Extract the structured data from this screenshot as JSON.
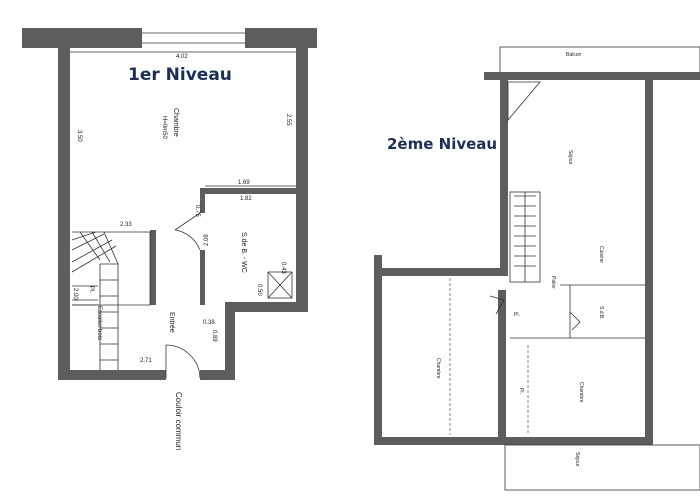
{
  "level1": {
    "title": "1er Niveau",
    "labels": {
      "chambre": "Chambre",
      "hauteur": "H=0m50",
      "entree": "Entrée",
      "sdb": "S.de B. - WC",
      "corridor": "Couloir commun",
      "escalier": "Escalier bois",
      "placard": "Pl."
    },
    "dims": {
      "top_width": "4.02",
      "left": "3.50",
      "right": "2.55",
      "d169": "1.69",
      "d182": "1.82",
      "d075": "0.75",
      "d233": "2.33",
      "d208": "2.08",
      "d043": "0.43",
      "d050": "0.50",
      "d038": "0.38",
      "d271": "2.71",
      "d089": "0.89",
      "d200": "2.00"
    }
  },
  "level2": {
    "title": "2ème Niveau",
    "labels": {
      "sejour_top": "Séjour",
      "sejour_bottom": "Séjour",
      "cuisine": "Cuisine",
      "sdb": "S.d.B.",
      "chambre1": "Chambre",
      "chambre2": "Chambre",
      "palier": "Palier",
      "pl1": "Pl.",
      "pl2": "Pl.",
      "balcon": "Balcon"
    }
  }
}
